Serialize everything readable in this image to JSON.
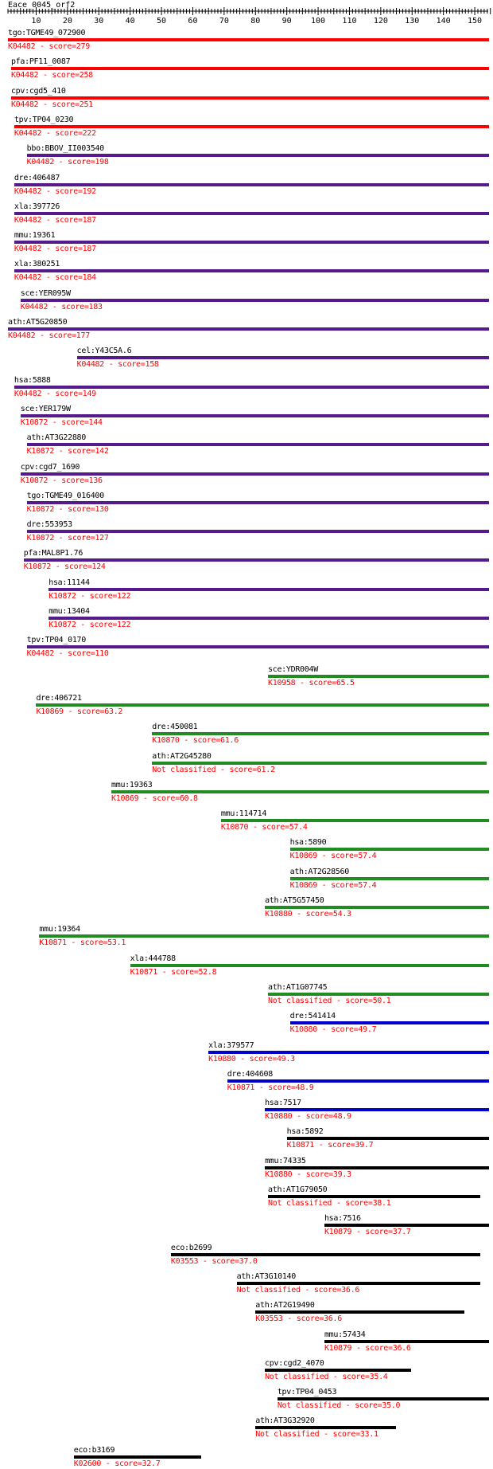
{
  "query": {
    "title": "Eace_0045_orf2",
    "length": 155,
    "ruler_labels": [
      10,
      20,
      30,
      40,
      50,
      60,
      70,
      80,
      90,
      100,
      110,
      120,
      130,
      140,
      150
    ]
  },
  "colors": {
    "red": "#ff0000",
    "purple": "#551a8b",
    "green": "#228b22",
    "blue": "#0000cd",
    "black": "#000000"
  },
  "hits": [
    {
      "name": "tgo:TGME49_072900",
      "score_text": "K04482 - score=279",
      "start": 1,
      "end": 155,
      "color": "red"
    },
    {
      "name": "pfa:PF11_0087",
      "score_text": "K04482 - score=258",
      "start": 2,
      "end": 155,
      "color": "red"
    },
    {
      "name": "cpv:cgd5_410",
      "score_text": "K04482 - score=251",
      "start": 2,
      "end": 155,
      "color": "red"
    },
    {
      "name": "tpv:TP04_0230",
      "score_text": "K04482 - score=222",
      "start": 3,
      "end": 155,
      "color": "red"
    },
    {
      "name": "bbo:BBOV_II003540",
      "score_text": "K04482 - score=198",
      "start": 7,
      "end": 154,
      "color": "purple"
    },
    {
      "name": "dre:406487",
      "score_text": "K04482 - score=192",
      "start": 3,
      "end": 155,
      "color": "purple"
    },
    {
      "name": "xla:397726",
      "score_text": "K04482 - score=187",
      "start": 3,
      "end": 155,
      "color": "purple"
    },
    {
      "name": "mmu:19361",
      "score_text": "K04482 - score=187",
      "start": 3,
      "end": 155,
      "color": "purple"
    },
    {
      "name": "xla:380251",
      "score_text": "K04482 - score=184",
      "start": 3,
      "end": 155,
      "color": "purple"
    },
    {
      "name": "sce:YER095W",
      "score_text": "K04482 - score=183",
      "start": 5,
      "end": 155,
      "color": "purple"
    },
    {
      "name": "ath:AT5G20850",
      "score_text": "K04482 - score=177",
      "start": 1,
      "end": 155,
      "color": "purple"
    },
    {
      "name": "cel:Y43C5A.6",
      "score_text": "K04482 - score=158",
      "start": 23,
      "end": 155,
      "color": "purple"
    },
    {
      "name": "hsa:5888",
      "score_text": "K04482 - score=149",
      "start": 3,
      "end": 155,
      "color": "purple"
    },
    {
      "name": "sce:YER179W",
      "score_text": "K10872 - score=144",
      "start": 5,
      "end": 154,
      "color": "purple"
    },
    {
      "name": "ath:AT3G22880",
      "score_text": "K10872 - score=142",
      "start": 7,
      "end": 154,
      "color": "purple"
    },
    {
      "name": "cpv:cgd7_1690",
      "score_text": "K10872 - score=136",
      "start": 5,
      "end": 154,
      "color": "purple"
    },
    {
      "name": "tgo:TGME49_016400",
      "score_text": "K10872 - score=130",
      "start": 7,
      "end": 154,
      "color": "purple"
    },
    {
      "name": "dre:553953",
      "score_text": "K10872 - score=127",
      "start": 7,
      "end": 154,
      "color": "purple"
    },
    {
      "name": "pfa:MAL8P1.76",
      "score_text": "K10872 - score=124",
      "start": 6,
      "end": 154,
      "color": "purple"
    },
    {
      "name": "hsa:11144",
      "score_text": "K10872 - score=122",
      "start": 14,
      "end": 154,
      "color": "purple"
    },
    {
      "name": "mmu:13404",
      "score_text": "K10872 - score=122",
      "start": 14,
      "end": 154,
      "color": "purple"
    },
    {
      "name": "tpv:TP04_0170",
      "score_text": "K04482 - score=110",
      "start": 7,
      "end": 154,
      "color": "purple"
    },
    {
      "name": "sce:YDR004W",
      "score_text": "K10958 - score=65.5",
      "start": 84,
      "end": 154,
      "color": "green"
    },
    {
      "name": "dre:406721",
      "score_text": "K10869 - score=63.2",
      "start": 10,
      "end": 154,
      "color": "green"
    },
    {
      "name": "dre:450081",
      "score_text": "K10870 - score=61.6",
      "start": 47,
      "end": 154,
      "color": "green"
    },
    {
      "name": "ath:AT2G45280",
      "score_text": "Not classified - score=61.2",
      "start": 47,
      "end": 153,
      "color": "green"
    },
    {
      "name": "mmu:19363",
      "score_text": "K10869 - score=60.8",
      "start": 34,
      "end": 154,
      "color": "green"
    },
    {
      "name": "mmu:114714",
      "score_text": "K10870 - score=57.4",
      "start": 69,
      "end": 155,
      "color": "green"
    },
    {
      "name": "hsa:5890",
      "score_text": "K10869 - score=57.4",
      "start": 91,
      "end": 155,
      "color": "green"
    },
    {
      "name": "ath:AT2G28560",
      "score_text": "K10869 - score=57.4",
      "start": 91,
      "end": 155,
      "color": "green"
    },
    {
      "name": "ath:AT5G57450",
      "score_text": "K10880 - score=54.3",
      "start": 83,
      "end": 154,
      "color": "green"
    },
    {
      "name": "mmu:19364",
      "score_text": "K10871 - score=53.1",
      "start": 11,
      "end": 155,
      "color": "green"
    },
    {
      "name": "xla:444788",
      "score_text": "K10871 - score=52.8",
      "start": 40,
      "end": 155,
      "color": "green"
    },
    {
      "name": "ath:AT1G07745",
      "score_text": "Not classified - score=50.1",
      "start": 84,
      "end": 154,
      "color": "green"
    },
    {
      "name": "dre:541414",
      "score_text": "K10880 - score=49.7",
      "start": 91,
      "end": 154,
      "color": "blue"
    },
    {
      "name": "xla:379577",
      "score_text": "K10880 - score=49.3",
      "start": 65,
      "end": 154,
      "color": "blue"
    },
    {
      "name": "dre:404608",
      "score_text": "K10871 - score=48.9",
      "start": 71,
      "end": 155,
      "color": "blue"
    },
    {
      "name": "hsa:7517",
      "score_text": "K10880 - score=48.9",
      "start": 83,
      "end": 154,
      "color": "blue"
    },
    {
      "name": "hsa:5892",
      "score_text": "K10871 - score=39.7",
      "start": 90,
      "end": 155,
      "color": "black"
    },
    {
      "name": "mmu:74335",
      "score_text": "K10880 - score=39.3",
      "start": 83,
      "end": 154,
      "color": "black"
    },
    {
      "name": "ath:AT1G79050",
      "score_text": "Not classified - score=38.1",
      "start": 84,
      "end": 151,
      "color": "black"
    },
    {
      "name": "hsa:7516",
      "score_text": "K10879 - score=37.7",
      "start": 102,
      "end": 155,
      "color": "black"
    },
    {
      "name": "eco:b2699",
      "score_text": "K03553 - score=37.0",
      "start": 53,
      "end": 151,
      "color": "black"
    },
    {
      "name": "ath:AT3G10140",
      "score_text": "Not classified - score=36.6",
      "start": 74,
      "end": 151,
      "color": "black"
    },
    {
      "name": "ath:AT2G19490",
      "score_text": "K03553 - score=36.6",
      "start": 80,
      "end": 146,
      "color": "black"
    },
    {
      "name": "mmu:57434",
      "score_text": "K10879 - score=36.6",
      "start": 102,
      "end": 155,
      "color": "black"
    },
    {
      "name": "cpv:cgd2_4070",
      "score_text": "Not classified - score=35.4",
      "start": 83,
      "end": 129,
      "color": "black"
    },
    {
      "name": "tpv:TP04_0453",
      "score_text": "Not classified - score=35.0",
      "start": 87,
      "end": 155,
      "color": "black"
    },
    {
      "name": "ath:AT3G32920",
      "score_text": "Not classified - score=33.1",
      "start": 80,
      "end": 124,
      "color": "black"
    },
    {
      "name": "eco:b3169",
      "score_text": "K02600 - score=32.7",
      "start": 22,
      "end": 62,
      "color": "black"
    }
  ]
}
